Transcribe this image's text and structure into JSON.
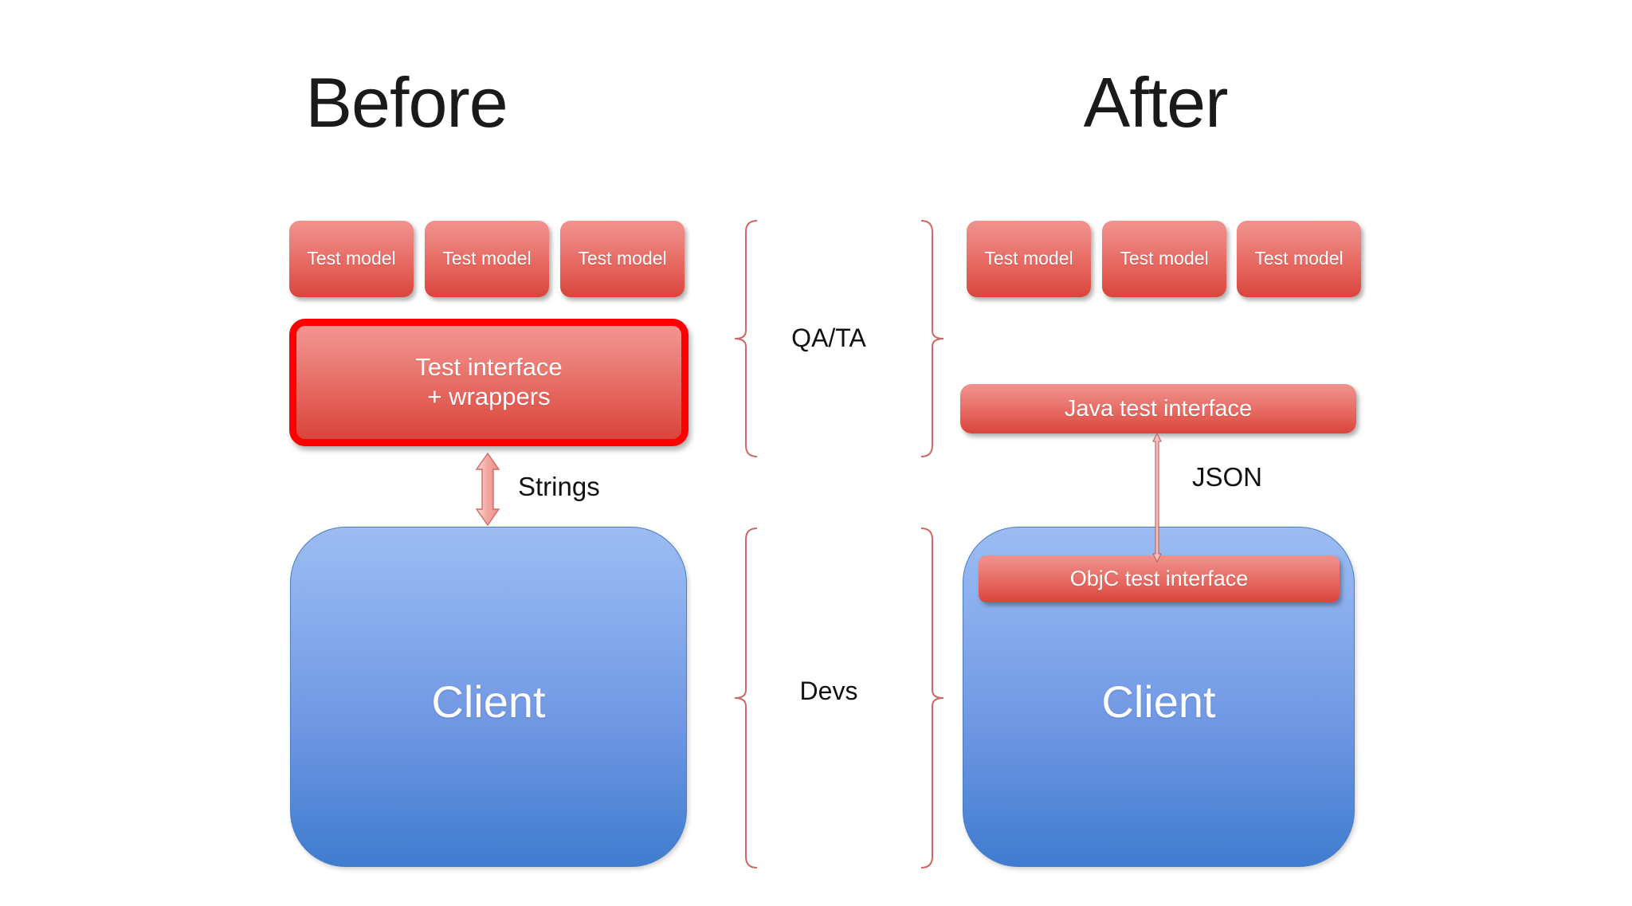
{
  "slide": {
    "background_color": "#ffffff",
    "accent_red": "#d9453c",
    "accent_red_light": "#f2918d",
    "highlight_outline": "#ff0000",
    "accent_blue": "#3f7ccf",
    "accent_blue_light": "#9cbcf2",
    "brace_color": "#c96a66",
    "text_dark": "#111111",
    "text_on_shape": "#ffffff"
  },
  "columns": [
    {
      "id": "before",
      "title": "Before",
      "test_models": [
        {
          "label": "Test model"
        },
        {
          "label": "Test model"
        },
        {
          "label": "Test model"
        }
      ],
      "interface_box": {
        "line1": "Test interface",
        "line2": "+ wrappers",
        "highlighted": true
      },
      "client_box": {
        "label": "Client"
      },
      "connector": {
        "label": "Strings",
        "style": "double-headed-block-arrow",
        "color": "#f0a9a4"
      }
    },
    {
      "id": "after",
      "title": "After",
      "test_models": [
        {
          "label": "Test model"
        },
        {
          "label": "Test model"
        },
        {
          "label": "Test model"
        }
      ],
      "java_interface_box": {
        "label": "Java test interface"
      },
      "objc_interface_box": {
        "label": "ObjC test interface"
      },
      "client_box": {
        "label": "Client"
      },
      "connector": {
        "label": "JSON",
        "style": "double-headed-thin-arrow",
        "color": "#c96a66"
      }
    }
  ],
  "groups": [
    {
      "id": "qata",
      "label": "QA/TA"
    },
    {
      "id": "devs",
      "label": "Devs"
    }
  ]
}
